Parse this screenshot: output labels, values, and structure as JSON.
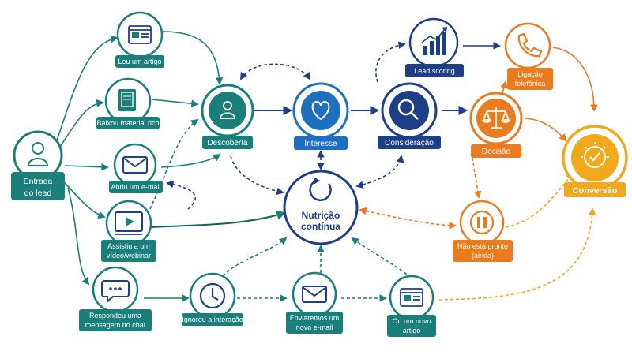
{
  "colors": {
    "teal": "#1a7f7a",
    "teal_dark": "#13625e",
    "navy": "#1c3f86",
    "blue": "#1f6fc1",
    "orange": "#ea7b1e",
    "yellow": "#f2a81d",
    "gray_line": "#1c3f86"
  },
  "nodes": {
    "entrada": {
      "line1": "Entrada",
      "line2": "do lead",
      "icon": "person-icon"
    },
    "artigo": {
      "label": "Leu um artigo",
      "icon": "browser-window-icon"
    },
    "material": {
      "label": "Baixou material rico",
      "icon": "book-icon"
    },
    "email": {
      "label": "Abriu um e-mail",
      "icon": "envelope-icon"
    },
    "video": {
      "line1": "Assistiu a um",
      "line2": "vídeo/webinar",
      "icon": "video-player-icon"
    },
    "chat": {
      "line1": "Respondeu uma",
      "line2": "mensagem no chat",
      "icon": "chat-bubble-icon"
    },
    "descoberta": {
      "label": "Descoberta",
      "icon": "person-icon"
    },
    "interesse": {
      "label": "Interesse",
      "icon": "heart-icon"
    },
    "consideracao": {
      "label": "Consideração",
      "icon": "magnifier-icon"
    },
    "nutricao": {
      "line1": "Nutrição",
      "line2": "contínua",
      "icon": "refresh-icon"
    },
    "lead_scoring": {
      "label": "Lead scoring",
      "icon": "bar-chart-icon"
    },
    "ligacao": {
      "line1": "Ligação",
      "line2": "telefônica",
      "icon": "phone-icon"
    },
    "decisao": {
      "label": "Decisão",
      "icon": "scales-icon"
    },
    "conversao": {
      "label": "Conversão",
      "icon": "check-badge-icon"
    },
    "nao_pronto": {
      "line1": "Não está pronto",
      "line2": "(ainda)",
      "icon": "pause-icon"
    },
    "ignorou": {
      "label": "Ignorou a interação",
      "icon": "clock-icon"
    },
    "novo_email": {
      "line1": "Enviaremos um",
      "line2": "novo e-mail",
      "icon": "envelope-icon"
    },
    "novo_artigo": {
      "line1": "Ou um novo",
      "line2": "artigo",
      "icon": "browser-window-icon"
    }
  }
}
